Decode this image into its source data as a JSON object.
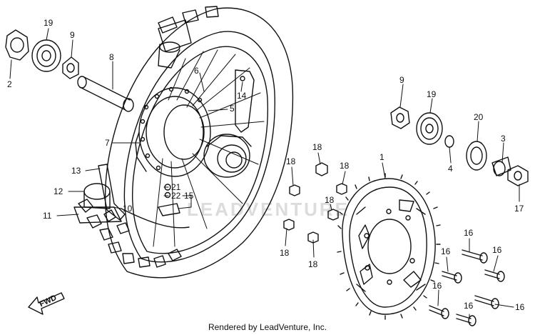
{
  "callouts": [
    {
      "id": "c2",
      "label": "2"
    },
    {
      "id": "c19a",
      "label": "19"
    },
    {
      "id": "c9a",
      "label": "9"
    },
    {
      "id": "c8",
      "label": "8"
    },
    {
      "id": "c6",
      "label": "6"
    },
    {
      "id": "c14",
      "label": "14"
    },
    {
      "id": "c5",
      "label": "5"
    },
    {
      "id": "c7",
      "label": "7"
    },
    {
      "id": "c13",
      "label": "13"
    },
    {
      "id": "c12",
      "label": "12"
    },
    {
      "id": "c11",
      "label": "11"
    },
    {
      "id": "c10",
      "label": "10"
    },
    {
      "id": "c21",
      "label": "21"
    },
    {
      "id": "c22",
      "label": "22"
    },
    {
      "id": "c15",
      "label": "15"
    },
    {
      "id": "c9b",
      "label": "9"
    },
    {
      "id": "c19b",
      "label": "19"
    },
    {
      "id": "c20",
      "label": "20"
    },
    {
      "id": "c3",
      "label": "3"
    },
    {
      "id": "c4",
      "label": "4"
    },
    {
      "id": "c17",
      "label": "17"
    },
    {
      "id": "c1",
      "label": "1"
    },
    {
      "id": "c18a",
      "label": "18"
    },
    {
      "id": "c18b",
      "label": "18"
    },
    {
      "id": "c18c",
      "label": "18"
    },
    {
      "id": "c18d",
      "label": "18"
    },
    {
      "id": "c18e",
      "label": "18"
    },
    {
      "id": "c18f",
      "label": "18"
    },
    {
      "id": "c16a",
      "label": "16"
    },
    {
      "id": "c16b",
      "label": "16"
    },
    {
      "id": "c16c",
      "label": "16"
    },
    {
      "id": "c16d",
      "label": "16"
    },
    {
      "id": "c16e",
      "label": "16"
    },
    {
      "id": "c16f",
      "label": "16"
    }
  ],
  "fwd_label": "FWD",
  "watermark": "LEADVENTURE",
  "footer": "Rendered by LeadVenture, Inc.",
  "colors": {
    "line": "#111111",
    "background": "#ffffff",
    "watermark": "#dcdcdc"
  }
}
